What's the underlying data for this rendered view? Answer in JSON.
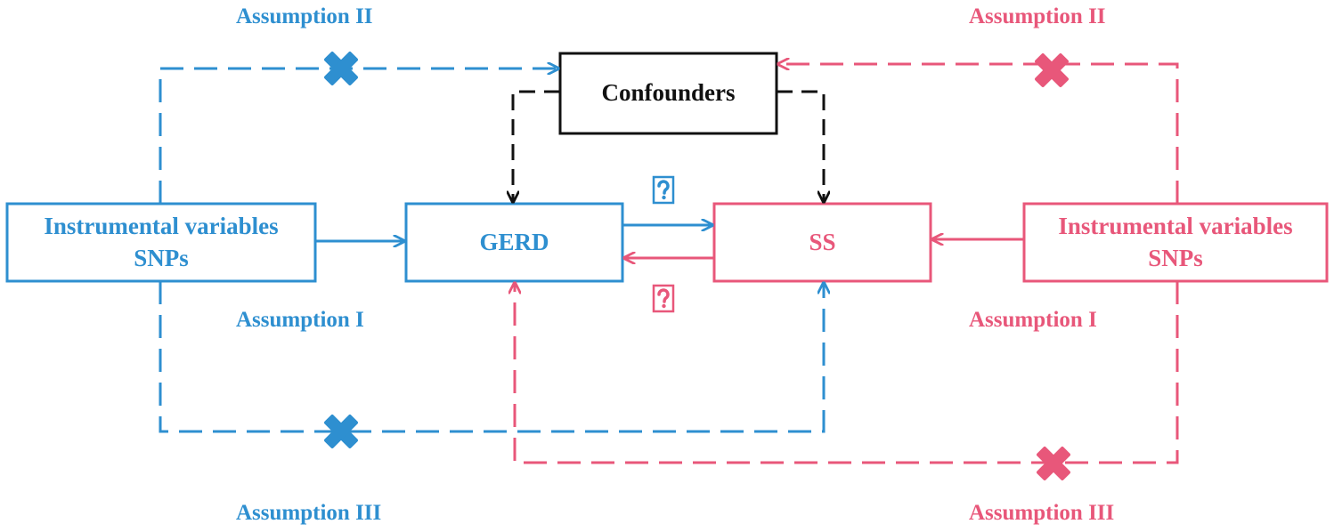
{
  "colors": {
    "blue": "#2e8fd0",
    "pink": "#e8577a",
    "black": "#111111"
  },
  "nodes": {
    "left_iv": {
      "line1": "Instrumental variables",
      "line2": "SNPs"
    },
    "gerd": {
      "label": "GERD"
    },
    "ss": {
      "label": "SS"
    },
    "confounders": {
      "label": "Confounders"
    },
    "right_iv": {
      "line1": "Instrumental variables",
      "line2": "SNPs"
    }
  },
  "assumptions": {
    "blue_top": "Assumption II",
    "pink_top": "Assumption II",
    "blue_middle": "Assumption I",
    "pink_middle": "Assumption  I",
    "blue_bottom": "Assumption III",
    "pink_bottom": "Assumption III"
  },
  "icons": {
    "violation": "cross-icon",
    "question": "question-mark-icon"
  }
}
